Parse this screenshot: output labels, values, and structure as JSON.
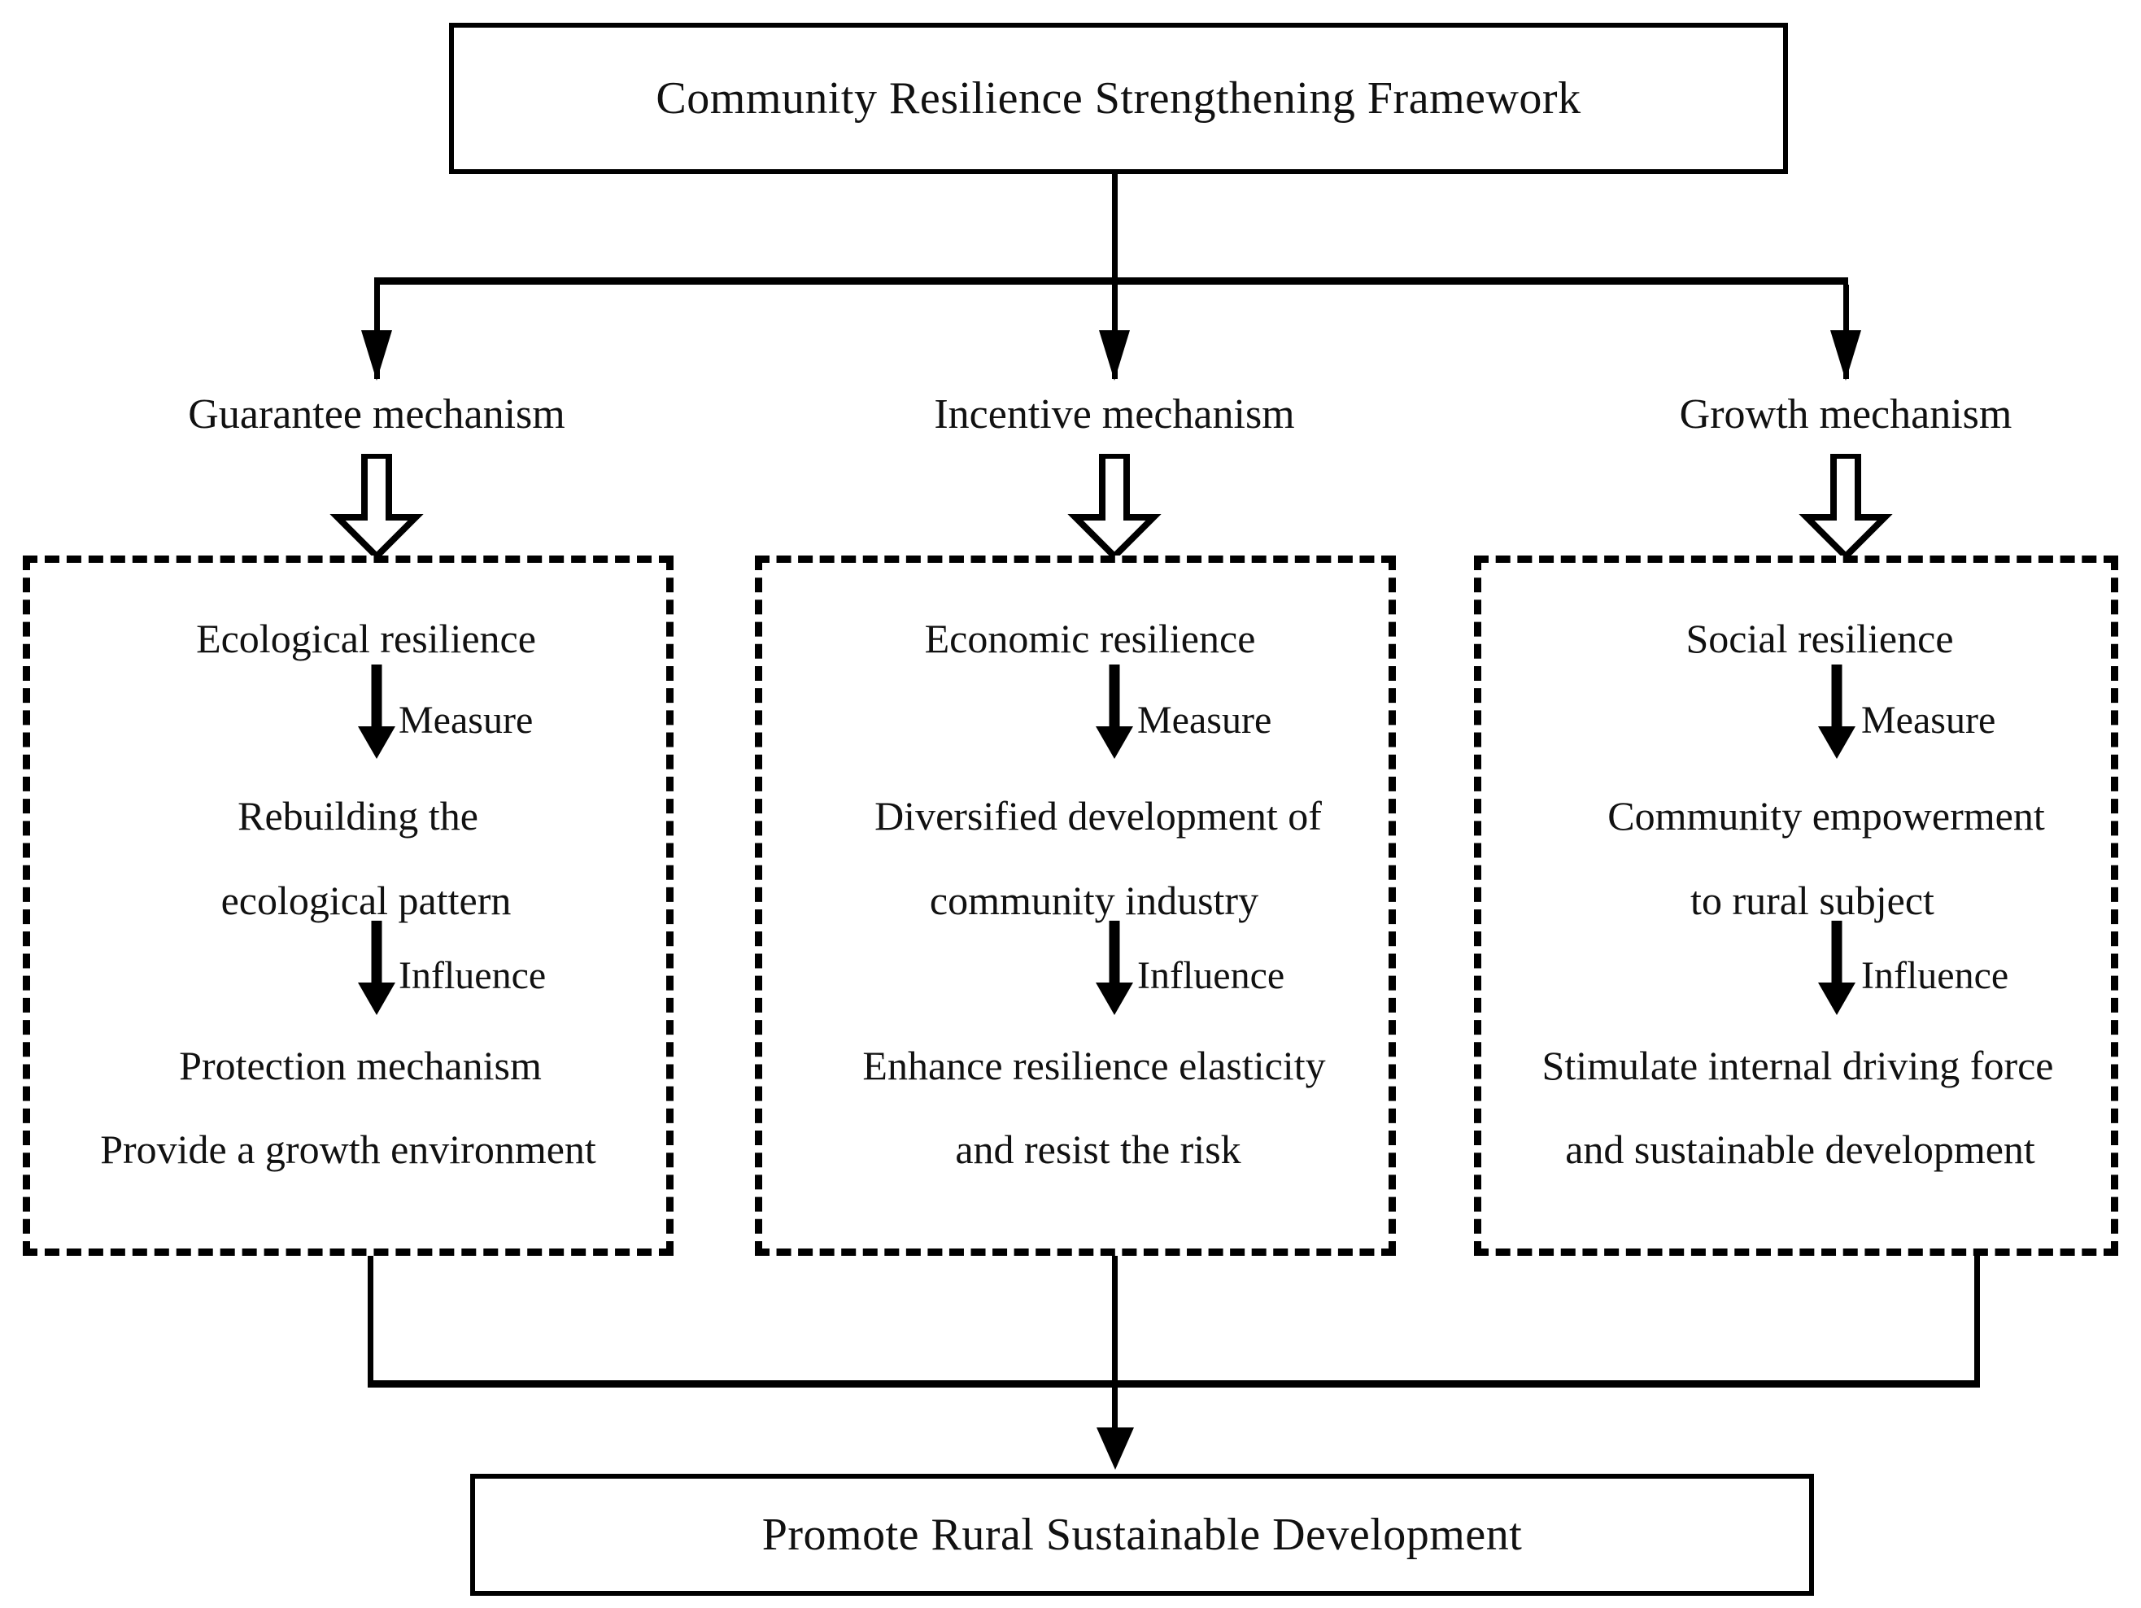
{
  "diagram": {
    "title_box": {
      "label": "Community Resilience Strengthening Framework"
    },
    "outcome_box": {
      "label": "Promote Rural Sustainable Development"
    },
    "mechanisms": [
      {
        "label": "Guarantee mechanism"
      },
      {
        "label": "Incentive mechanism"
      },
      {
        "label": "Growth mechanism"
      }
    ],
    "pillars": [
      {
        "heading": "Ecological resilience",
        "edge_1": "Measure",
        "step_2_line_1": "Rebuilding the",
        "step_2_line_2": "ecological pattern",
        "edge_2": "Influence",
        "step_3_line_1": "Protection mechanism",
        "step_3_line_2": "Provide a growth environment"
      },
      {
        "heading": "Economic resilience",
        "edge_1": "Measure",
        "step_2_line_1": "Diversified development of",
        "step_2_line_2": "community industry",
        "edge_2": "Influence",
        "step_3_line_1": "Enhance resilience elasticity",
        "step_3_line_2": "and resist the risk"
      },
      {
        "heading": "Social resilience",
        "edge_1": "Measure",
        "step_2_line_1": "Community empowerment",
        "step_2_line_2": "to rural subject",
        "edge_2": "Influence",
        "step_3_line_1": "Stimulate internal driving force",
        "step_3_line_2": "and sustainable development"
      }
    ],
    "colors": {
      "stroke": "#000000",
      "background": "#ffffff",
      "text": "#111111"
    }
  }
}
